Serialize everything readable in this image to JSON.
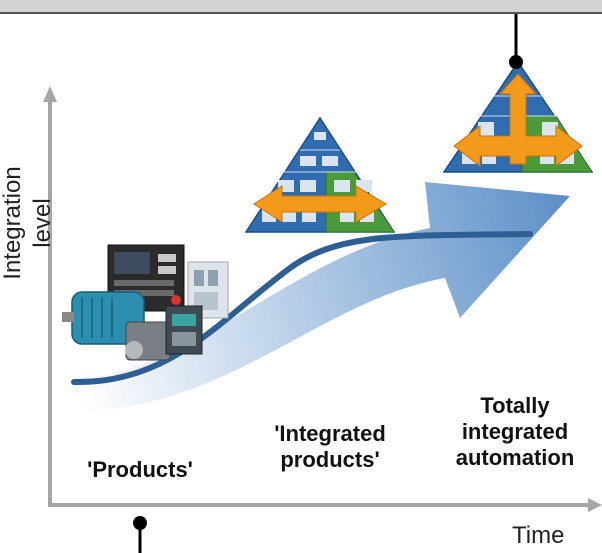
{
  "axes": {
    "y_label": "Integration level",
    "x_label": "Time"
  },
  "stages": [
    {
      "label": "'Products'"
    },
    {
      "label": "'Integrated\nproducts'"
    },
    {
      "label": "Totally\nintegrated\nautomation"
    }
  ],
  "colors": {
    "curve": "#2e5f94",
    "arrow": "#5b8fc8",
    "pyramid_blue": "#2f6db0",
    "pyramid_green": "#4a9a3a",
    "double_arrow": "#f39a1b",
    "axis": "#a6a6a6",
    "top_bar": "#d2d2d2"
  }
}
